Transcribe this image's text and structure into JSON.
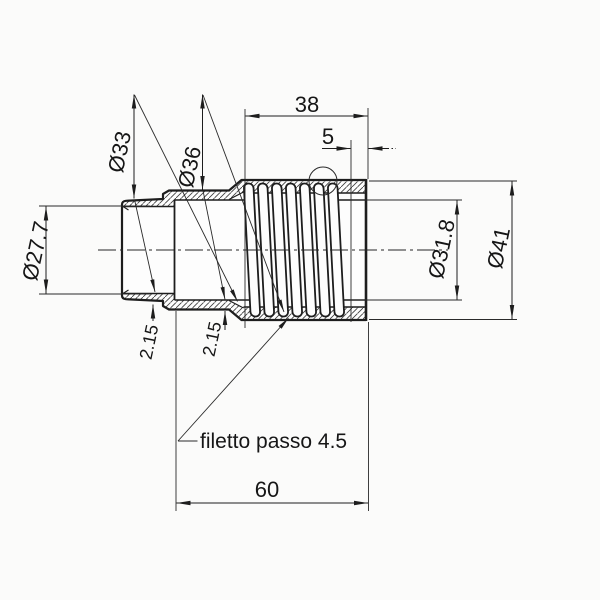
{
  "drawing": {
    "annotations": {
      "thread_note": "filetto passo 4.5"
    },
    "dimensions": {
      "overall_length": "60",
      "threaded_length": "38",
      "end_band_length": "5",
      "tail_inner_diameter": "Ø27.7",
      "tail_outer_diameter": "Ø33",
      "middle_outer_diameter": "Ø36",
      "bore_diameter": "Ø31.8",
      "thread_outer_diameter": "Ø41",
      "wall_thickness_tail": "2.15",
      "wall_thickness_middle": "2.15"
    },
    "colors": {
      "line": "#1d1d1d",
      "background": "#fbfbfa"
    }
  }
}
